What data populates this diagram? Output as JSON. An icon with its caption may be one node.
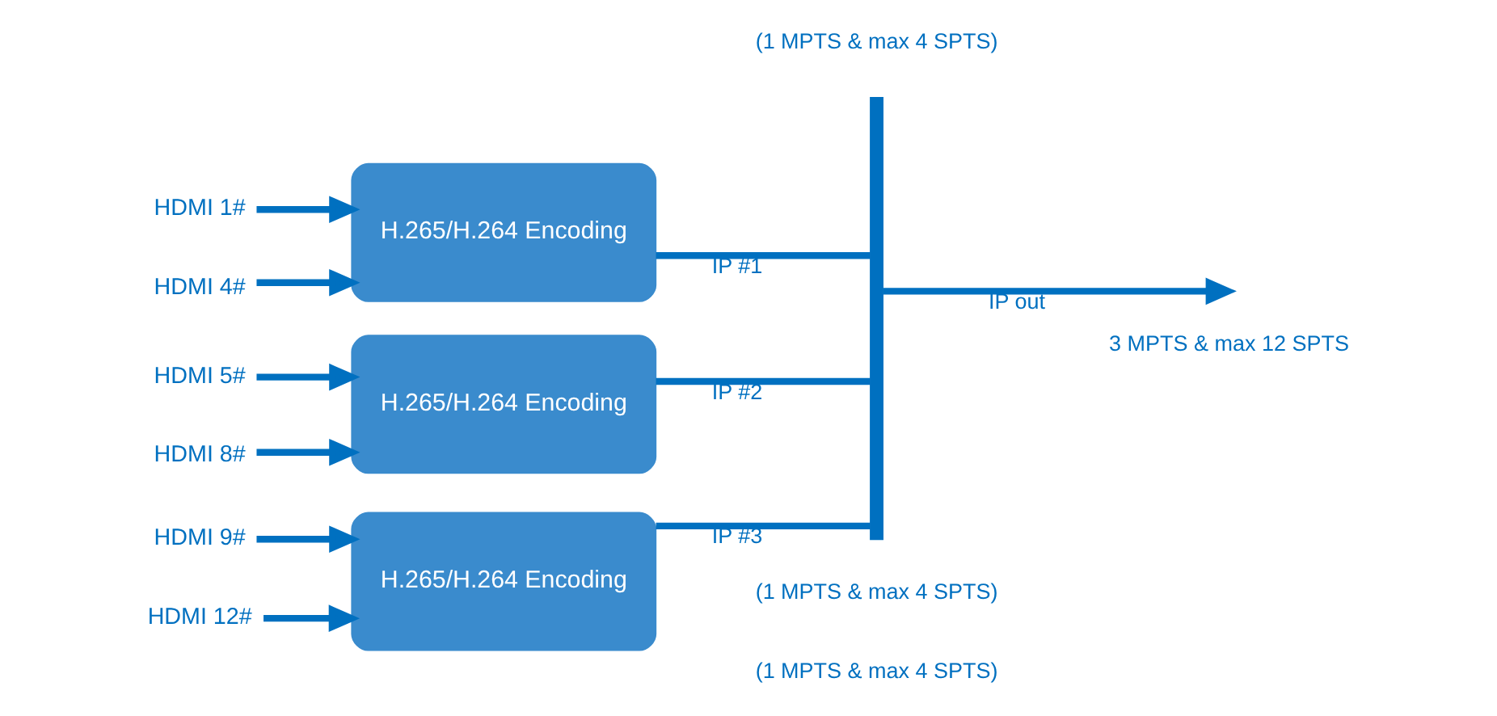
{
  "diagram": {
    "nodes": [
      {
        "text": [
          "HDMI 1#"
        ]
      },
      {
        "text": [
          "HDMI 4#"
        ]
      },
      {
        "text": [
          "H.265/H.264 Encoding"
        ]
      },
      {
        "text": [
          "HDMI 5#"
        ]
      },
      {
        "text": [
          "HDMI 8#"
        ]
      },
      {
        "text": [
          "H.265/H.264 Encoding"
        ]
      },
      {
        "text": [
          "HDMI 9#"
        ]
      },
      {
        "text": [
          "HDMI 12#"
        ]
      },
      {
        "text": [
          "H.265/H.264 Encoding"
        ]
      },
      {
        "text": [],
        "shape": "bar"
      }
    ],
    "edges": [
      {
        "from": 0,
        "to": 2,
        "arrow": "to"
      },
      {
        "from": 1,
        "to": 2,
        "arrow": "to"
      },
      {
        "from": 3,
        "to": 5,
        "arrow": "to"
      },
      {
        "from": 4,
        "to": 5,
        "arrow": "to"
      },
      {
        "from": 6,
        "to": 8,
        "arrow": "to"
      },
      {
        "from": 7,
        "to": 8,
        "arrow": "to"
      },
      {
        "from": 2,
        "to": 9,
        "arrow": "none",
        "label": "IP #1"
      },
      {
        "from": 5,
        "to": 9,
        "arrow": "none",
        "label": "IP #2"
      },
      {
        "from": 8,
        "to": 9,
        "arrow": "none",
        "label": "IP #3"
      },
      {
        "from": 9,
        "to": null,
        "arrow": "to",
        "label": "IP out"
      }
    ],
    "labels": [
      "(1 MPTS & max 4 SPTS)",
      "(1 MPTS & max 4 SPTS)",
      "3 MPTS & max 12 SPTS",
      "(1 MPTS & max 4 SPTS)"
    ]
  }
}
